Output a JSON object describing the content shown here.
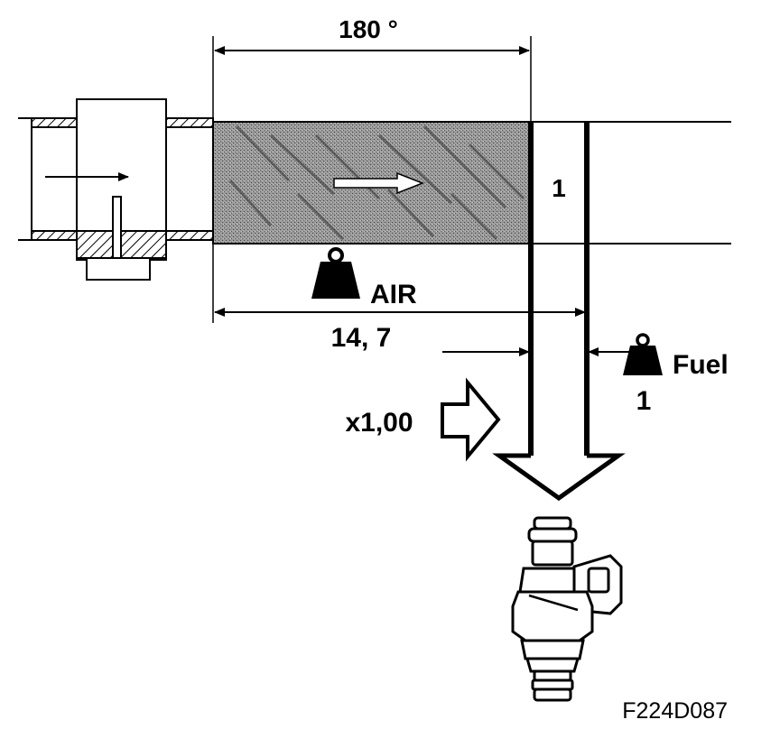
{
  "labels": {
    "angle": "180 °",
    "duct_number": "1",
    "air": "AIR",
    "air_ratio": "14, 7",
    "fuel": "Fuel",
    "fuel_ratio": "1",
    "multiplier": "x1,00",
    "figure_code": "F224D087"
  },
  "icons": {
    "air_weight": "weight-icon",
    "fuel_weight": "weight-icon",
    "injector": "fuel-injector-icon",
    "air_meter": "air-flow-meter-icon"
  },
  "colors": {
    "ink": "#000000",
    "air_mass_fill": "#8a8a8a",
    "paper": "#ffffff"
  }
}
